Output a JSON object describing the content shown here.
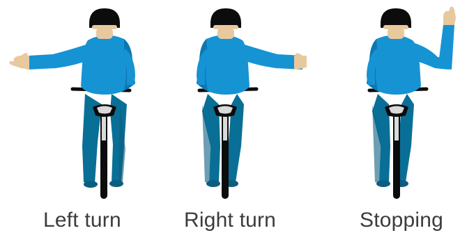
{
  "signals": [
    {
      "id": "left-turn",
      "label": "Left turn"
    },
    {
      "id": "right-turn",
      "label": "Right turn"
    },
    {
      "id": "stopping",
      "label": "Stopping"
    }
  ],
  "colors": {
    "jacket": "#1593d3",
    "jacket_shade": "#0d76b3",
    "pants": "#0a6f96",
    "pants_shade": "#0b5e80",
    "helmet": "#0c0c0c",
    "skin": "#e8c99e",
    "bike": "#0c0c0c",
    "saddle": "#d9d9d9",
    "caption": "#3c3c3c"
  },
  "icons": [
    "cyclist-left-turn-illustration",
    "cyclist-right-turn-illustration",
    "cyclist-stopping-illustration"
  ]
}
